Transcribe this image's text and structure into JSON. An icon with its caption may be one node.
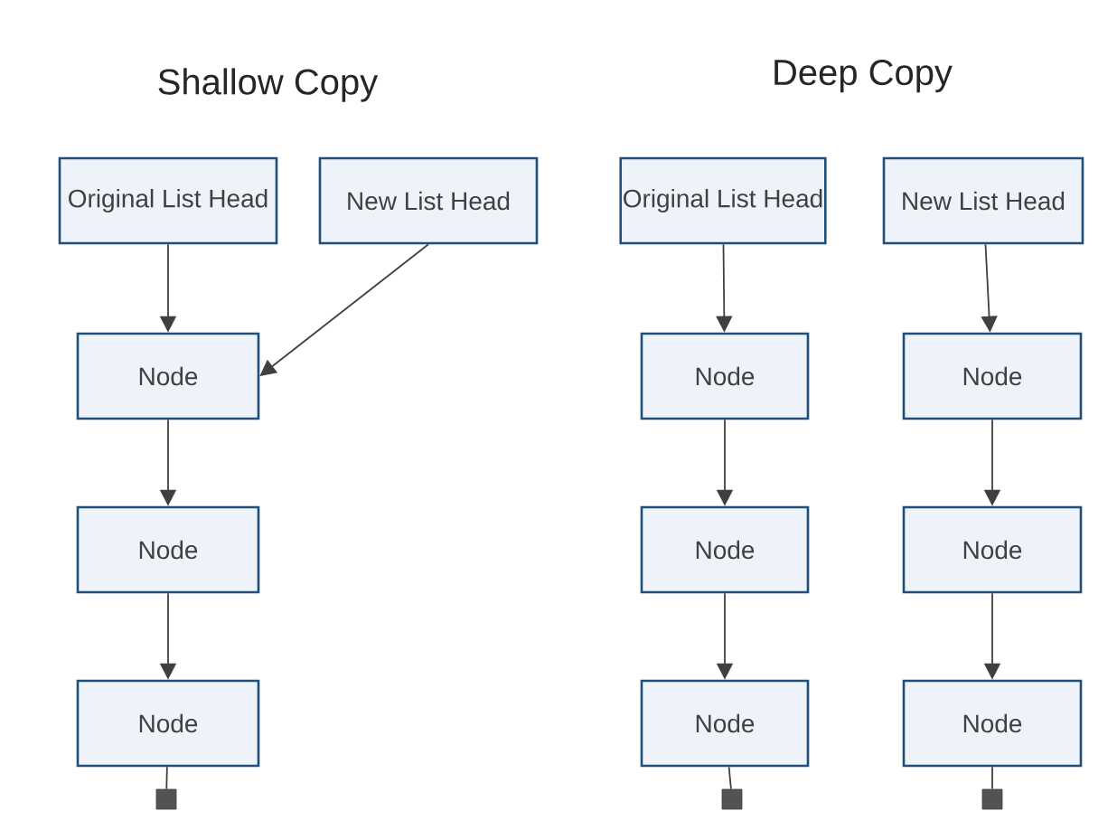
{
  "diagram": {
    "nodes": [
      {
        "text": [
          "Original List Head"
        ]
      },
      {
        "text": [
          "New List Head"
        ]
      },
      {
        "text": [
          "Original List Head"
        ]
      },
      {
        "text": [
          "New List Head"
        ]
      },
      {
        "text": [
          "Node"
        ]
      },
      {
        "text": [
          "Node"
        ]
      },
      {
        "text": [
          "Node"
        ]
      },
      {
        "text": [
          "Node"
        ]
      },
      {
        "text": [
          "Node"
        ]
      },
      {
        "text": [
          "Node"
        ]
      },
      {
        "text": [
          "Node"
        ]
      },
      {
        "text": [
          "Node"
        ]
      },
      {
        "text": [
          "Node"
        ]
      },
      {
        "text": [],
        "shape": "box"
      },
      {
        "text": [],
        "shape": "box"
      },
      {
        "text": [],
        "shape": "box"
      }
    ],
    "edges": [
      {
        "from": 0,
        "to": 4,
        "arrow": "to"
      },
      {
        "from": 1,
        "to": 4,
        "arrow": "to"
      },
      {
        "from": 4,
        "to": 7,
        "arrow": "to"
      },
      {
        "from": 7,
        "to": 10,
        "arrow": "to"
      },
      {
        "from": 10,
        "to": 13,
        "arrow": "none"
      },
      {
        "from": 2,
        "to": 5,
        "arrow": "to"
      },
      {
        "from": 5,
        "to": 8,
        "arrow": "to"
      },
      {
        "from": 8,
        "to": 11,
        "arrow": "to"
      },
      {
        "from": 11,
        "to": 14,
        "arrow": "none"
      },
      {
        "from": 3,
        "to": 6,
        "arrow": "to"
      },
      {
        "from": 6,
        "to": 9,
        "arrow": "to"
      },
      {
        "from": 9,
        "to": 12,
        "arrow": "to"
      },
      {
        "from": 12,
        "to": 15,
        "arrow": "none"
      }
    ],
    "labels": [
      "Shallow Copy",
      "Deep Copy"
    ]
  }
}
